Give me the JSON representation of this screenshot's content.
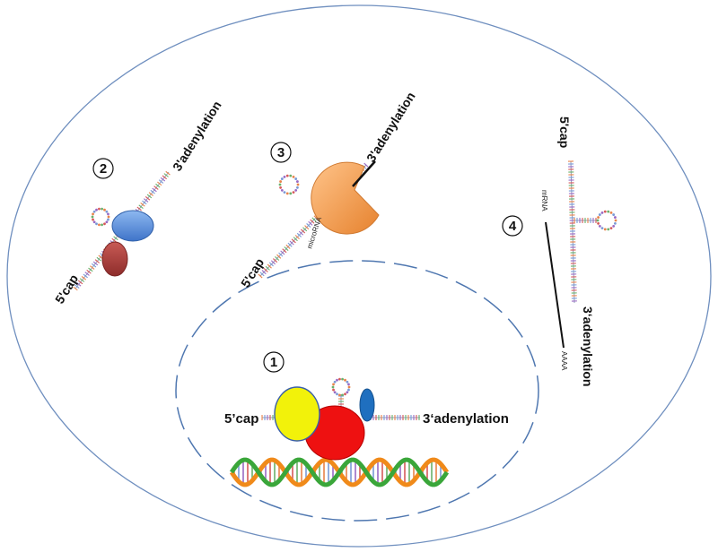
{
  "cap5": "5'cap",
  "cap5_1": "5’cap",
  "adenyl": "3'adenylation",
  "adenyl_1": "3‘adenylation",
  "mirna": "microRNA",
  "mrna": "mRNA",
  "polya": "AAAA",
  "steps": [
    "1",
    "2",
    "3",
    "4"
  ],
  "colors": {
    "cell_outline": "#6f8fbf",
    "nucleus_outline": "#4f77b0",
    "blue_protein": "#5b8fd9",
    "brown_protein": "#b0413e",
    "orange_protein": "#f0a05a",
    "yellow_protein": "#f2f20a",
    "red_protein": "#ee1111",
    "blue_oval": "#1f6fbf",
    "dna_green": "#3aa63a",
    "dna_orange": "#f08a1a"
  }
}
